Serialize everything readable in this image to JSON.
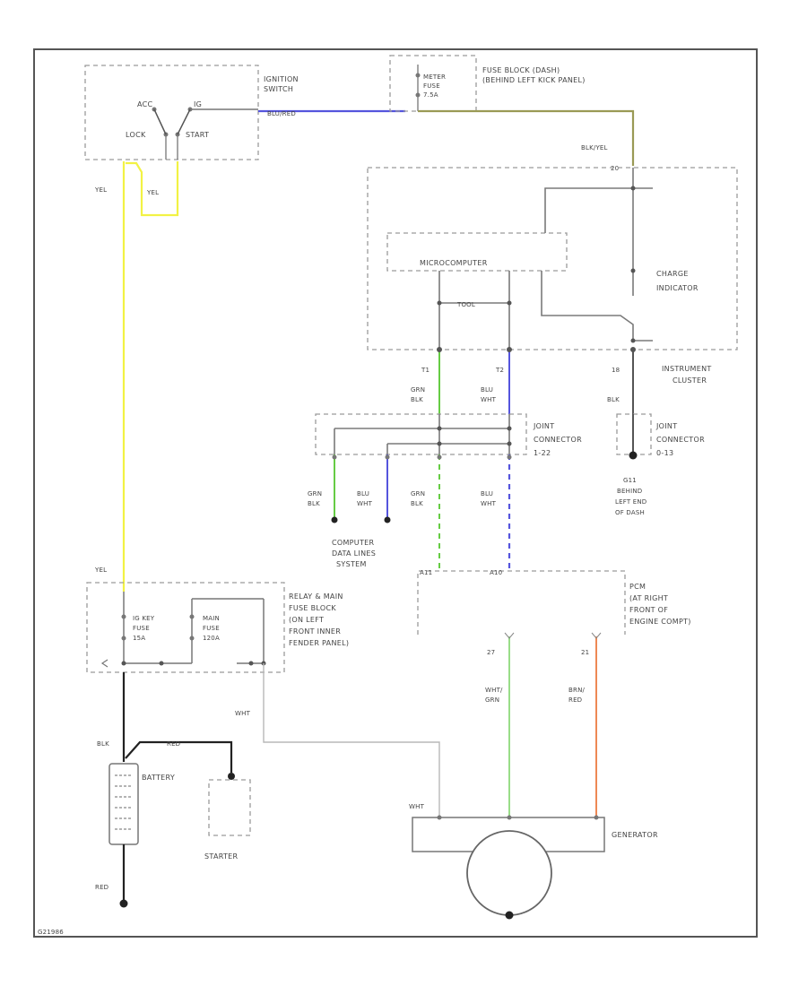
{
  "diagram": {
    "corner_code": "G21986",
    "ignition": {
      "title_line1": "IGNITION",
      "title_line2": "SWITCH",
      "acc": "ACC",
      "ig": "IG",
      "lock": "LOCK",
      "start": "START",
      "wire_out": "BLU/RED"
    },
    "fuse_block_dash": {
      "fuse_line1": "METER",
      "fuse_line2": "FUSE",
      "fuse_line3": "7.5A",
      "title_line1": "FUSE BLOCK (DASH)",
      "title_line2": "(BEHIND LEFT KICK PANEL)"
    },
    "left_wires": {
      "yel_top": "YEL",
      "yel_loop": "YEL",
      "yel_bottom": "YEL",
      "blk": "BLK",
      "red_batt": "RED",
      "red_bottom": "RED"
    },
    "cluster": {
      "pin_top": "20",
      "wire_top": "BLK/YEL",
      "microcomputer": "MICROCOMPUTER",
      "bus": "TOOL",
      "charge_line1": "CHARGE",
      "charge_line2": "INDICATOR",
      "title_line1": "INSTRUMENT",
      "title_line2": "CLUSTER",
      "pin_left": "T1",
      "pin_mid": "T2",
      "pin_right": "18",
      "grn_line1": "GRN",
      "grn_line2": "BLK",
      "blu_line1": "BLU",
      "blu_line2": "WHT",
      "blk": "BLK"
    },
    "joint_22": {
      "line1": "JOINT",
      "line2": "CONNECTOR",
      "line3": "1-22"
    },
    "joint_13": {
      "line1": "JOINT",
      "line2": "CONNECTOR",
      "line3": "0-13"
    },
    "ground": {
      "line1": "G11",
      "line2": "BEHIND",
      "line3": "LEFT END",
      "line4": "OF DASH"
    },
    "data_lines": {
      "w1_line1": "GRN",
      "w1_line2": "BLK",
      "w2_line1": "BLU",
      "w2_line2": "WHT",
      "w3_line1": "GRN",
      "w3_line2": "BLK",
      "w4_line1": "BLU",
      "w4_line2": "WHT",
      "title_line1": "COMPUTER",
      "title_line2": "DATA LINES",
      "title_line3": "SYSTEM"
    },
    "pcm": {
      "pin_a": "A11",
      "pin_b": "A10",
      "pin_c": "27",
      "pin_d": "21",
      "title_line1": "PCM",
      "title_line2": "(AT RIGHT",
      "title_line3": "FRONT OF",
      "title_line4": "ENGINE COMPT)"
    },
    "relay_box": {
      "fuse1_line1": "IG KEY",
      "fuse1_line2": "FUSE",
      "fuse1_line3": "15A",
      "fuse2_line1": "MAIN",
      "fuse2_line2": "FUSE",
      "fuse2_line3": "120A",
      "title_line1": "RELAY & MAIN",
      "title_line2": "FUSE BLOCK",
      "title_line3": "(ON LEFT",
      "title_line4": "FRONT INNER",
      "title_line5": "FENDER PANEL)"
    },
    "generator": {
      "wht_wire": "WHT",
      "wht_pin": "WHT",
      "w27_line1": "WHT/",
      "w27_line2": "GRN",
      "w21_line1": "BRN/",
      "w21_line2": "RED",
      "title": "GENERATOR"
    },
    "battery": "BATTERY",
    "starter": "STARTER"
  },
  "colors": {
    "blue": "#5555dd",
    "olive": "#9a9a55",
    "yellow": "#f2f244",
    "green": "#66cc44",
    "green_light": "#99dd88",
    "orange": "#ee8855",
    "dark": "#222222",
    "gray": "#777777"
  }
}
